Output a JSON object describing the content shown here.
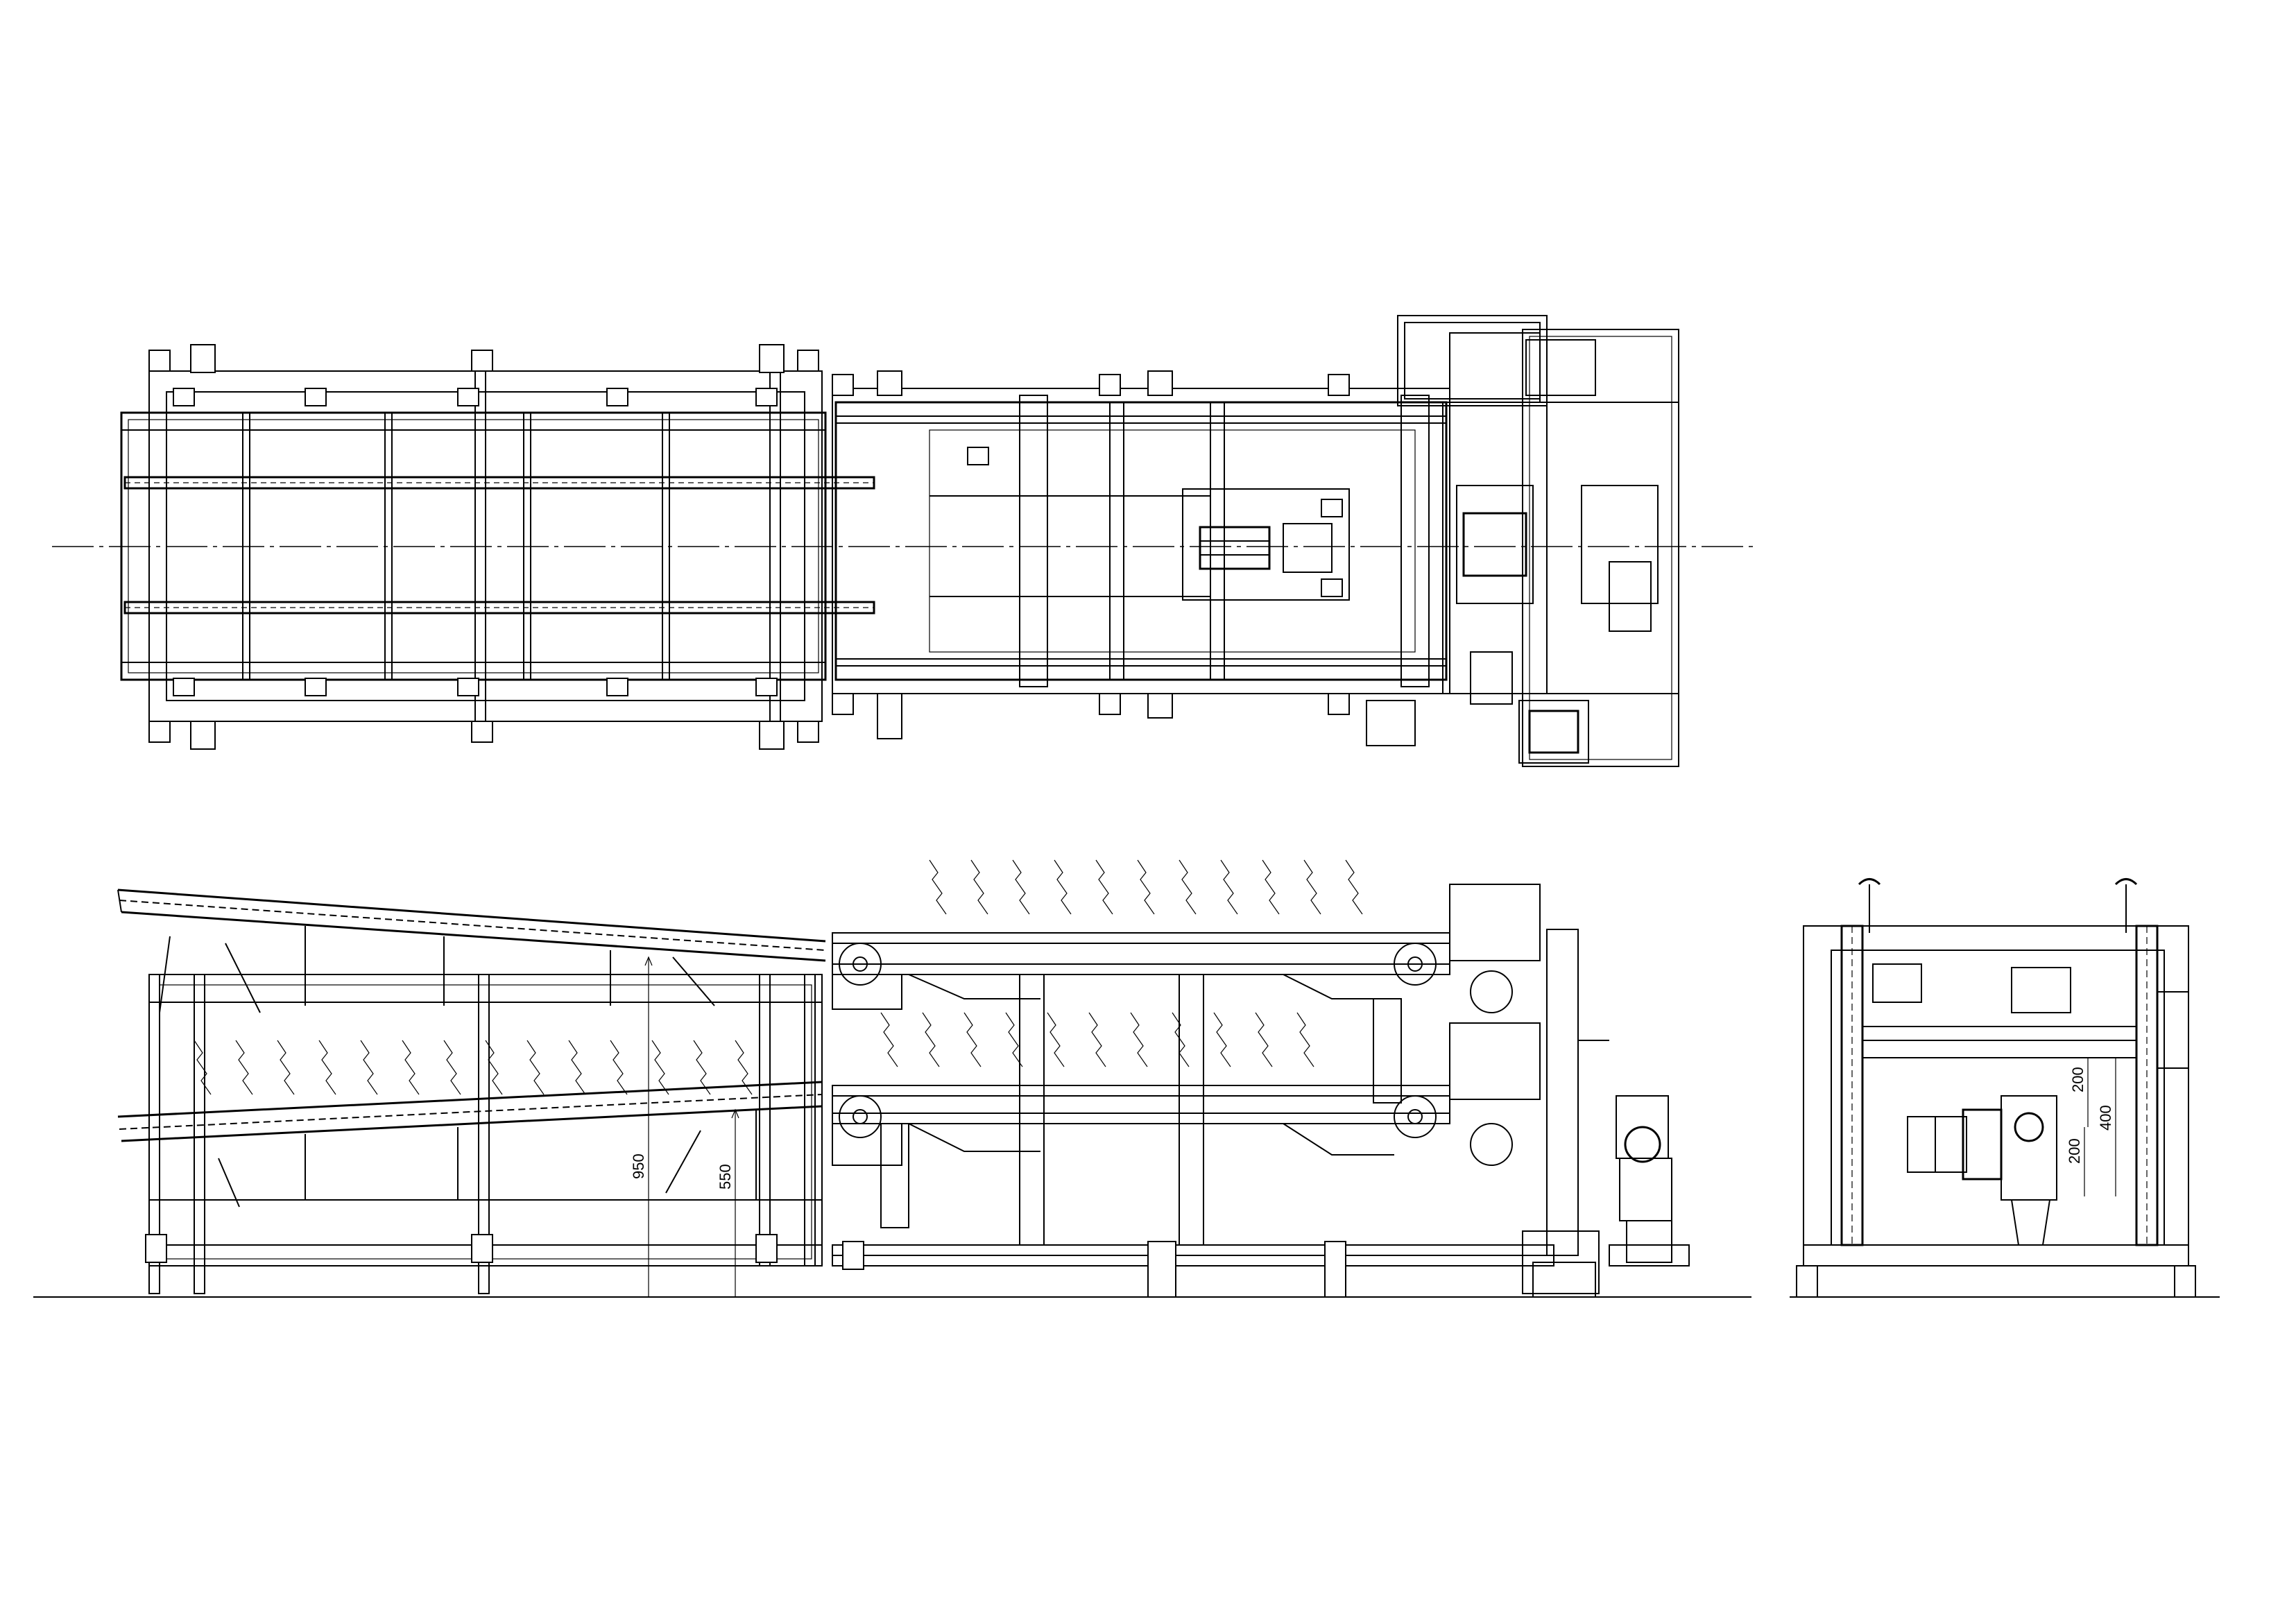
{
  "dimensions": {
    "side_view_height_1": "950",
    "side_view_height_2": "550",
    "end_view_height_1": "200",
    "end_view_height_2": "400",
    "end_view_height_3": "200"
  },
  "colors": {
    "line": "#000000",
    "paper": "#ffffff"
  }
}
